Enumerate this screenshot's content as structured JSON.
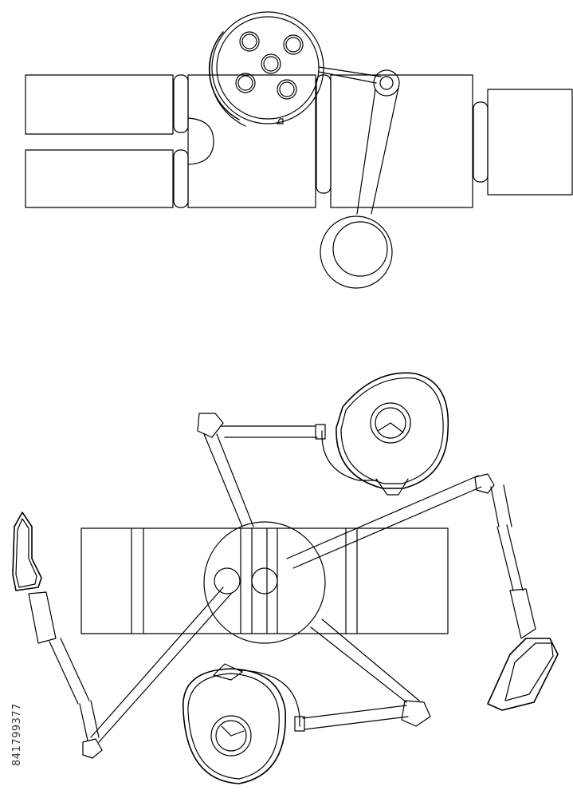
{
  "stock_id": "841799377",
  "colors": {
    "line": "#000000",
    "background": "#ffffff"
  },
  "drawings": [
    {
      "name": "top-view-operating-table-with-light",
      "description_visible": false
    },
    {
      "name": "bottom-view-operating-table-with-lights",
      "description_visible": false
    }
  ]
}
